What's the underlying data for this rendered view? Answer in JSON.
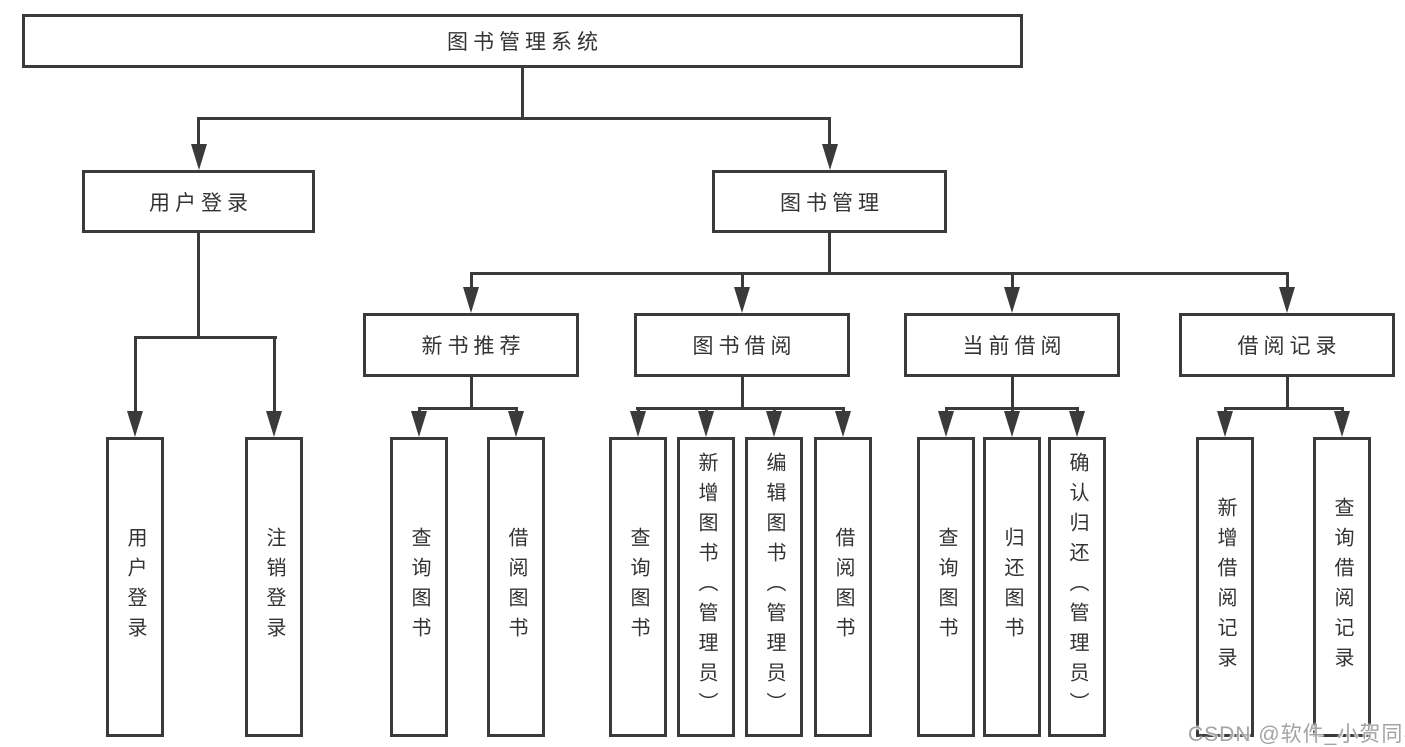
{
  "diagram": {
    "root": "图书管理系统",
    "level2": {
      "user_login": "用户登录",
      "book_mgmt": "图书管理"
    },
    "level3": {
      "new_books": "新书推荐",
      "book_borrow": "图书借阅",
      "current_borrow": "当前借阅",
      "borrow_records": "借阅记录"
    },
    "leaves": {
      "user_login": "用户登录",
      "logout": "注销登录",
      "nb_query": "查询图书",
      "nb_borrow": "借阅图书",
      "bb_query": "查询图书",
      "bb_add": "新增图书（管理员）",
      "bb_edit": "编辑图书（管理员）",
      "bb_borrow": "借阅图书",
      "cb_query": "查询图书",
      "cb_return": "归还图书",
      "cb_confirm": "确认归还（管理员）",
      "br_add": "新增借阅记录",
      "br_query": "查询借阅记录"
    },
    "colors": {
      "line": "#3a3a3a",
      "box_background": "#ffffff",
      "text": "#333333",
      "watermark": "#9e9e9e"
    }
  },
  "watermark": {
    "text": "CSDN @软件_小贺同学"
  }
}
